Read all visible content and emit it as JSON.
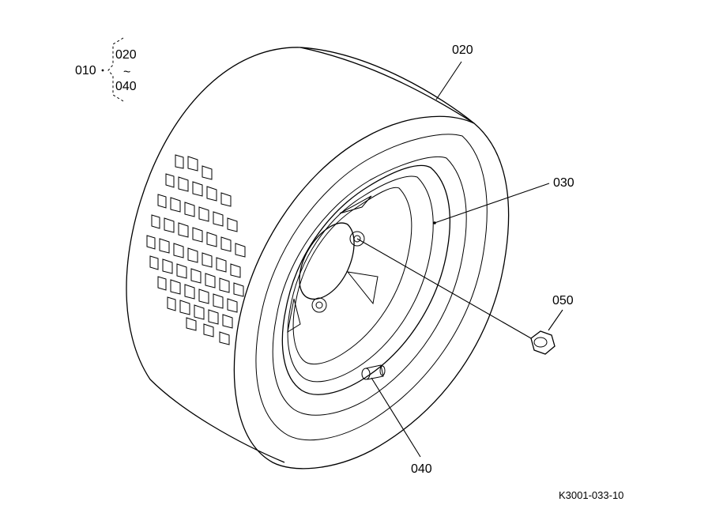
{
  "assembly": {
    "number": "010",
    "range_from": "020",
    "range_sep": "~",
    "range_to": "040"
  },
  "callouts": {
    "tire": "020",
    "rim": "030",
    "nut": "050",
    "valve": "040"
  },
  "drawing_code": "K3001-033-10"
}
